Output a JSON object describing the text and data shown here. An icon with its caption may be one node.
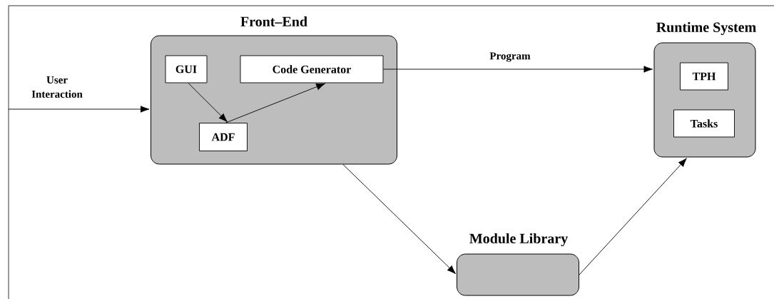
{
  "diagram": {
    "nodes": [
      {
        "text": [
          "Front–End"
        ]
      },
      {
        "text": [
          "GUI"
        ],
        "in": 0
      },
      {
        "text": [
          "Code Generator"
        ],
        "in": 0
      },
      {
        "text": [
          "ADF"
        ],
        "in": 0
      },
      {
        "text": [
          "Runtime System"
        ]
      },
      {
        "text": [
          "TPH"
        ],
        "in": 4
      },
      {
        "text": [
          "Tasks"
        ],
        "in": 4
      },
      {
        "text": [
          "Module Library"
        ]
      }
    ],
    "edges": [
      {
        "from": null,
        "to": 0,
        "arrow": "to",
        "label": "User Interaction"
      },
      {
        "from": 1,
        "to": 3,
        "arrow": "to"
      },
      {
        "from": 3,
        "to": 2,
        "arrow": "to"
      },
      {
        "from": 2,
        "to": 4,
        "arrow": "to",
        "label": "Program"
      },
      {
        "from": 0,
        "to": 7,
        "arrow": "to"
      },
      {
        "from": 7,
        "to": 4,
        "arrow": "to"
      }
    ]
  }
}
